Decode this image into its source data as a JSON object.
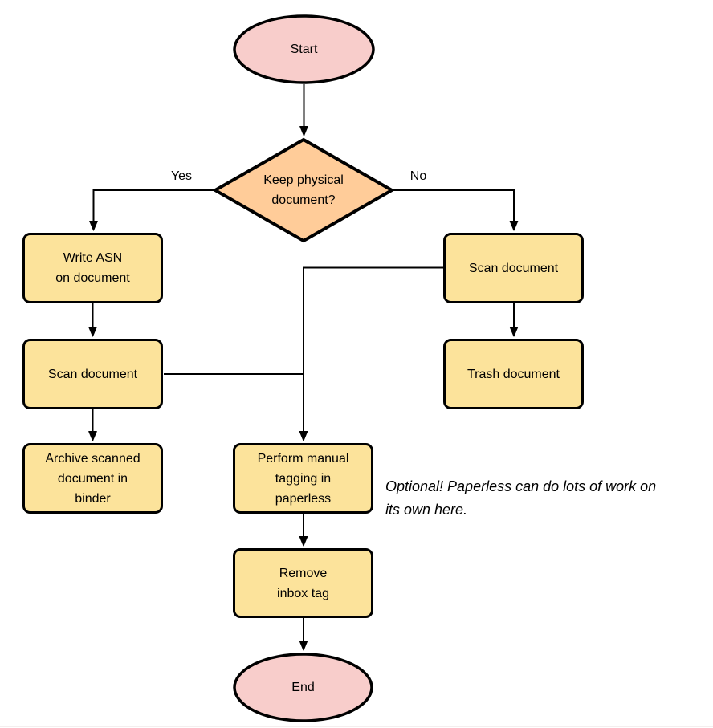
{
  "colors": {
    "terminator_fill": "#F8CDCB",
    "decision_fill": "#FFCC99",
    "process_fill": "#FCE39B",
    "stroke": "#000000",
    "background": "#FFFFFF",
    "footer_line": "#F4EEEE"
  },
  "flowchart": {
    "nodes": {
      "start": {
        "type": "terminator",
        "lines": [
          "Start"
        ]
      },
      "decision": {
        "type": "decision",
        "lines": [
          "Keep physical",
          "document?"
        ]
      },
      "write_asn": {
        "type": "process",
        "lines": [
          "Write ASN",
          "on document"
        ]
      },
      "scan_left": {
        "type": "process",
        "lines": [
          "Scan document"
        ]
      },
      "archive": {
        "type": "process",
        "lines": [
          "Archive scanned",
          "document in",
          "binder"
        ]
      },
      "scan_right": {
        "type": "process",
        "lines": [
          "Scan document"
        ]
      },
      "trash": {
        "type": "process",
        "lines": [
          "Trash document"
        ]
      },
      "perform_tagging": {
        "type": "process",
        "lines": [
          "Perform manual",
          "tagging in",
          "paperless"
        ]
      },
      "remove_inbox": {
        "type": "process",
        "lines": [
          "Remove",
          "inbox tag"
        ]
      },
      "end": {
        "type": "terminator",
        "lines": [
          "End"
        ]
      }
    },
    "edge_labels": {
      "yes": "Yes",
      "no": "No"
    },
    "annotation": {
      "lines": [
        "Optional! Paperless can do lots of work on",
        "its own here."
      ]
    }
  }
}
